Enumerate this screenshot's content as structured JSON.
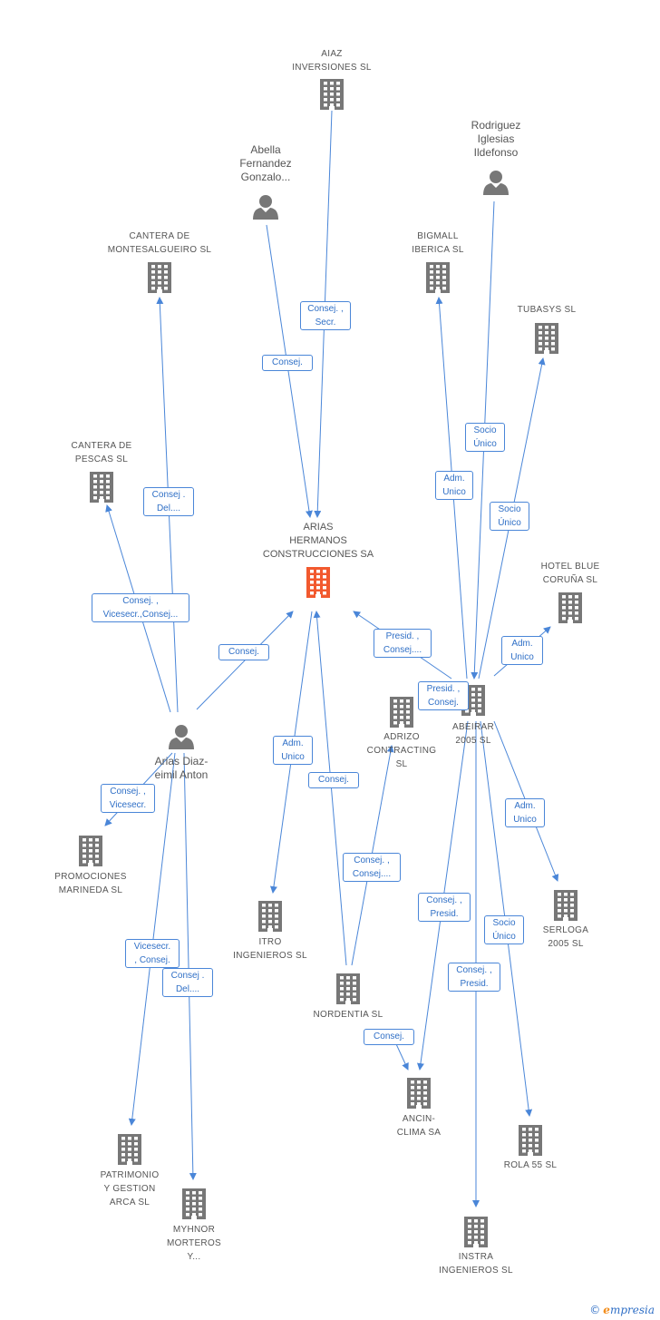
{
  "nodes": {
    "aiaz": {
      "label": "AIAZ\nINVERSIONES SL",
      "kind": "company"
    },
    "abella": {
      "label": "Abella\nFernandez\nGonzalo...",
      "kind": "person"
    },
    "rodriguez": {
      "label": "Rodriguez\nIglesias\nIldefonso",
      "kind": "person"
    },
    "cantera_mont": {
      "label": "CANTERA DE\nMONTESALGUEIRO SL",
      "kind": "company"
    },
    "bigmall": {
      "label": "BIGMALL\nIBERICA SL",
      "kind": "company"
    },
    "tubasys": {
      "label": "TUBASYS SL",
      "kind": "company"
    },
    "cantera_pescas": {
      "label": "CANTERA DE\nPESCAS SL",
      "kind": "company"
    },
    "arias_hermanos": {
      "label": "ARIAS\nHERMANOS\nCONSTRUCCIONES SA",
      "kind": "focus"
    },
    "hotel_blue": {
      "label": "HOTEL BLUE\nCORUÑA SL",
      "kind": "company"
    },
    "arias_diaz": {
      "label": "Arias Diaz-\neimil Anton",
      "kind": "person"
    },
    "adrizo": {
      "label": "ADRIZO\nCONTRACTING\nSL",
      "kind": "company"
    },
    "abeirar": {
      "label": "ABEIRAR\n2005 SL",
      "kind": "company"
    },
    "promociones": {
      "label": "PROMOCIONES\nMARINEDA SL",
      "kind": "company"
    },
    "itro": {
      "label": "ITRO\nINGENIEROS SL",
      "kind": "company"
    },
    "serloga": {
      "label": "SERLOGA\n2005 SL",
      "kind": "company"
    },
    "nordentia": {
      "label": "NORDENTIA SL",
      "kind": "company"
    },
    "ancin": {
      "label": "ANCIN-\nCLIMA SA",
      "kind": "company"
    },
    "rola": {
      "label": "ROLA 55 SL",
      "kind": "company"
    },
    "patrimonio": {
      "label": "PATRIMONIO\nY GESTION\nARCA SL",
      "kind": "company"
    },
    "mythnor": {
      "label": "MYHNOR\nMORTEROS\nY...",
      "kind": "company"
    },
    "instra": {
      "label": "INSTRA\nINGENIEROS SL",
      "kind": "company"
    }
  },
  "edges": [
    {
      "from": "aiaz",
      "to": "arias_hermanos",
      "label": "Consej. ,\nSecr."
    },
    {
      "from": "abella",
      "to": "arias_hermanos",
      "label": "Consej."
    },
    {
      "from": "rodriguez",
      "to": "abeirar",
      "label": "Socio\nÚnico"
    },
    {
      "from": "arias_diaz",
      "to": "cantera_mont",
      "label": "Consej .\nDel...."
    },
    {
      "from": "arias_diaz",
      "to": "cantera_pescas",
      "label": "Consej. ,\nVicesecr.,Consej..."
    },
    {
      "from": "arias_diaz",
      "to": "arias_hermanos",
      "label": "Consej."
    },
    {
      "from": "abeirar",
      "to": "bigmall",
      "label": "Adm.\nUnico"
    },
    {
      "from": "abeirar",
      "to": "tubasys",
      "label": "Socio\nÚnico"
    },
    {
      "from": "abeirar",
      "to": "hotel_blue",
      "label": "Adm.\nUnico"
    },
    {
      "from": "abeirar",
      "to": "arias_hermanos",
      "label": "Presid. ,\nConsej...."
    },
    {
      "from": "arias_diaz",
      "to": "promociones",
      "label": "Consej. ,\nVicesecr."
    },
    {
      "from": "arias_hermanos",
      "to": "itro",
      "label": "Adm.\nUnico"
    },
    {
      "from": "nordentia",
      "to": "arias_hermanos",
      "label": "Consej."
    },
    {
      "from": "nordentia",
      "to": "adrizo",
      "label": "Consej. ,\nConsej...."
    },
    {
      "from": "abeirar",
      "to": "abeirar_self",
      "label": "Presid. ,\nConsej."
    },
    {
      "from": "abeirar",
      "to": "serloga",
      "label": "Adm.\nUnico"
    },
    {
      "from": "abeirar",
      "to": "ancin",
      "label": "Consej. ,\nPresid."
    },
    {
      "from": "abeirar",
      "to": "rola",
      "label": "Socio\nÚnico"
    },
    {
      "from": "abeirar",
      "to": "instra",
      "label": "Consej. ,\nPresid."
    },
    {
      "from": "nordentia",
      "to": "ancin",
      "label": "Consej."
    },
    {
      "from": "arias_diaz",
      "to": "patrimonio",
      "label": "Vicesecr.\n, Consej."
    },
    {
      "from": "arias_diaz",
      "to": "mythnor",
      "label": "Consej .\nDel...."
    }
  ],
  "colors": {
    "edge": "#4a86d8",
    "icon": "#777777",
    "focus": "#f2592e"
  },
  "footer": {
    "copyright": "©",
    "brand_initial": "e",
    "brand_rest": "mpresia"
  }
}
